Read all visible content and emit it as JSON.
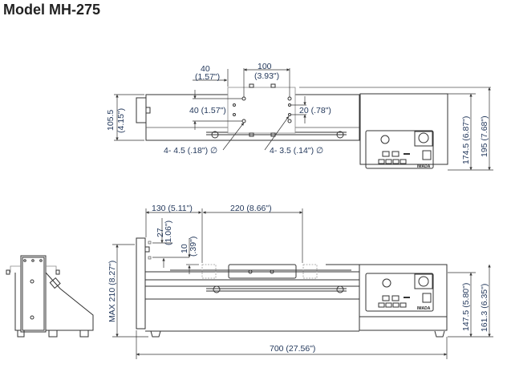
{
  "title": "Model MH-275",
  "top_view": {
    "dim_40_h": "40",
    "dim_40_h_in": "(1.57\")",
    "dim_100": "100",
    "dim_100_in": "(3.93\")",
    "dim_40_v": "40 (1.57\")",
    "dim_20": "20 (.78\")",
    "dim_105": "105.5",
    "dim_105_in": "(4.15\")",
    "hole_large": "4- 4.5 (.18\") ∅",
    "hole_small": "4- 3.5 (.14\") ∅",
    "dim_174": "174.5 (6.87\")",
    "dim_195": "195 (7.68\")",
    "brand": "IMADA"
  },
  "front_view": {
    "dim_130": "130 (5.11\")",
    "dim_220": "220 (8.66\")",
    "dim_27": "27",
    "dim_27_in": "(1.06\")",
    "dim_10": "10",
    "dim_10_in": "(.39\")",
    "dim_max210": "MAX 210 (8.27\")",
    "dim_147": "147.5 (5.80\")",
    "dim_161": "161.3 (6.35\")",
    "dim_700": "700 (27.56\")",
    "brand": "IMADA"
  }
}
